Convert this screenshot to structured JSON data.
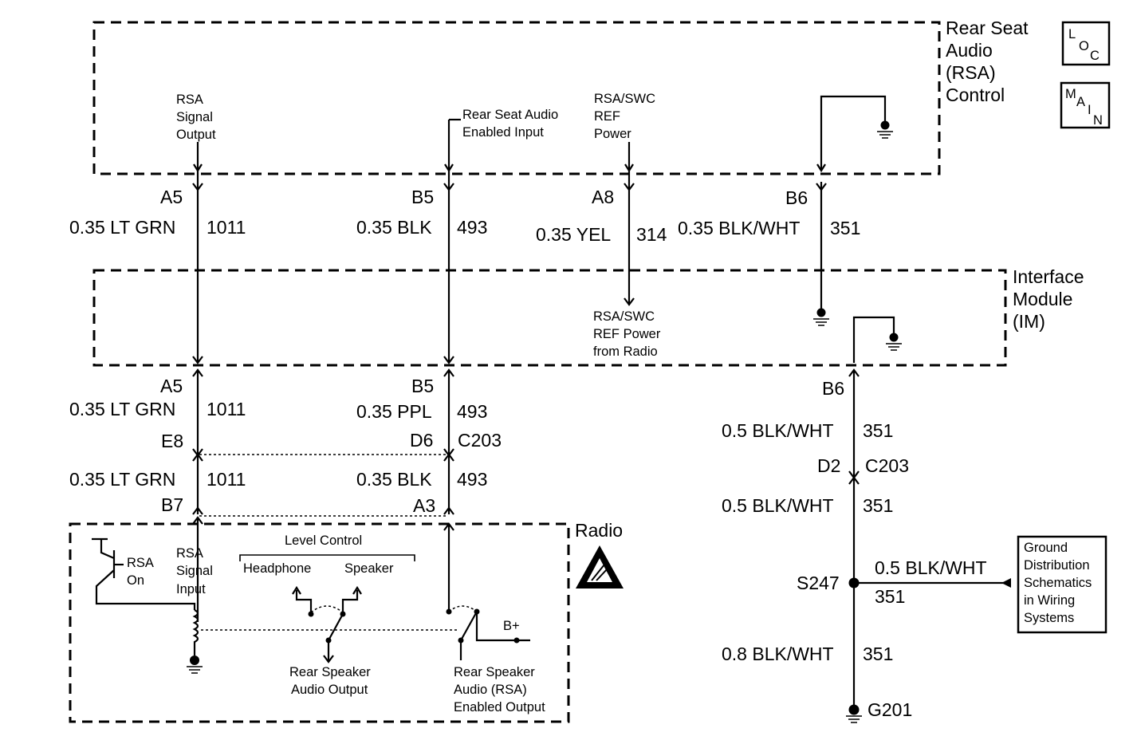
{
  "modules": {
    "rsa_control": {
      "line1": "Rear Seat",
      "line2": "Audio",
      "line3": "(RSA)",
      "line4": "Control"
    },
    "interface_module": {
      "line1": "Interface",
      "line2": "Module",
      "line3": "(IM)"
    },
    "radio": {
      "label": "Radio"
    }
  },
  "badges": {
    "loc": "LOC",
    "main": "MAIN"
  },
  "rsa_pins": {
    "signal_output": [
      "RSA",
      "Signal",
      "Output"
    ],
    "enabled_input": [
      "Rear Seat Audio",
      "Enabled Input"
    ],
    "ref_power": [
      "RSA/SWC",
      "REF",
      "Power"
    ]
  },
  "im_pins": {
    "ref_from_radio": [
      "RSA/SWC",
      "REF Power",
      "from Radio"
    ]
  },
  "upper_circuits": [
    {
      "pin": "A5",
      "wire": "0.35 LT GRN",
      "circuit": "1011"
    },
    {
      "pin": "B5",
      "wire": "0.35 BLK",
      "circuit": "493"
    },
    {
      "pin": "A8",
      "wire": "0.35 YEL",
      "circuit": "314"
    },
    {
      "pin": "B6",
      "wire": "0.35 BLK/WHT",
      "circuit": "351"
    }
  ],
  "lower_left": {
    "col1": {
      "pin_top": "A5",
      "wire1": "0.35 LT GRN",
      "circuit1": "1011",
      "conn_pin": "E8",
      "wire2": "0.35 LT GRN",
      "circuit2": "1011",
      "radio_pin": "B7"
    },
    "col2": {
      "pin_top": "B5",
      "wire1": "0.35 PPL",
      "circuit1": "493",
      "conn_pin": "D6",
      "connector": "C203",
      "wire2": "0.35 BLK",
      "circuit2": "493",
      "radio_pin": "A3"
    }
  },
  "ground_path": {
    "im_pin": "B6",
    "wire1": "0.5 BLK/WHT",
    "circuit1": "351",
    "conn_pin": "D2",
    "connector": "C203",
    "wire2": "0.5 BLK/WHT",
    "circuit2": "351",
    "splice": "S247",
    "branch_wire": "0.5 BLK/WHT",
    "branch_circuit": "351",
    "wire3": "0.8 BLK/WHT",
    "circuit3": "351",
    "ground": "G201"
  },
  "ground_ref": [
    "Ground",
    "Distribution",
    "Schematics",
    "in Wiring",
    "Systems"
  ],
  "radio_internal": {
    "rsa_on": [
      "RSA",
      "On"
    ],
    "signal_input": [
      "RSA",
      "Signal",
      "Input"
    ],
    "level_control": "Level Control",
    "headphone": "Headphone",
    "speaker": "Speaker",
    "speaker_output": [
      "Rear Speaker",
      "Audio Output"
    ],
    "enabled_output": [
      "Rear Speaker",
      "Audio (RSA)",
      "Enabled Output"
    ],
    "bplus": "B+"
  }
}
